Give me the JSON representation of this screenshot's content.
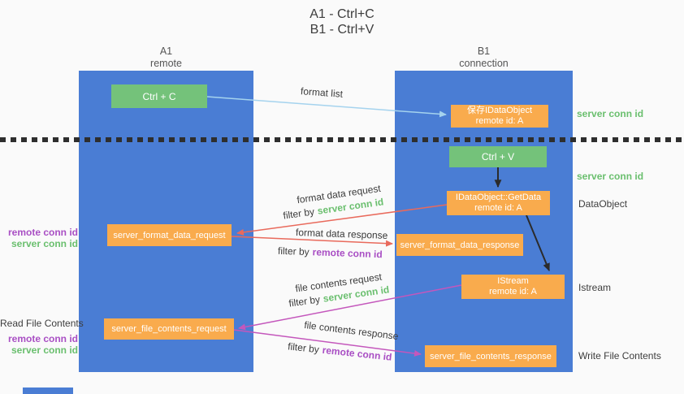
{
  "title": {
    "line1": "A1 - Ctrl+C",
    "line2": "B1 - Ctrl+V"
  },
  "lanes": {
    "left": {
      "name": "A1",
      "subtitle": "remote"
    },
    "right": {
      "name": "B1",
      "subtitle": "connection"
    }
  },
  "nodes": {
    "ctrl_c": {
      "label": "Ctrl + C"
    },
    "save_idataobject": {
      "line1": "保存IDataObject",
      "line2": "remote id: A"
    },
    "ctrl_v": {
      "label": "Ctrl + V"
    },
    "getdata": {
      "line1": "IDataObject::GetData",
      "line2": "remote id: A"
    },
    "format_request": {
      "label": "server_format_data_request"
    },
    "format_response": {
      "label": "server_format_data_response"
    },
    "istream": {
      "line1": "IStream",
      "line2": "remote id: A"
    },
    "file_request": {
      "label": "server_file_contents_request"
    },
    "file_response": {
      "label": "server_file_contents_response"
    }
  },
  "edge_labels": {
    "format_list": "format list",
    "format_data_request": "format data request",
    "format_data_response": "format data response",
    "file_contents_request": "file contents request",
    "file_contents_response": "file contents response"
  },
  "filters": {
    "format_request": {
      "prefix": "filter by",
      "key": "server conn id",
      "key_color": "#6abf6e"
    },
    "format_response": {
      "prefix": "filter by",
      "key": "remote conn id",
      "key_color": "#a94fc4"
    },
    "file_request": {
      "prefix": "filter by",
      "key": "server conn id",
      "key_color": "#6abf6e"
    },
    "file_response": {
      "prefix": "filter by",
      "key": "remote conn id",
      "key_color": "#a94fc4"
    }
  },
  "side_labels": {
    "server_conn_id_top": "server conn id",
    "server_conn_id_mid": "server conn id",
    "dataobject": "DataObject",
    "istream": "Istream",
    "write_file_contents": "Write File Contents",
    "read_file_contents": "Read File Contents",
    "left_remote_conn_id_1": "remote conn id",
    "left_server_conn_id_1": "server conn id",
    "left_remote_conn_id_2": "remote conn id",
    "left_server_conn_id_2": "server conn id"
  },
  "colors": {
    "lane_blue": "#4a7dd4",
    "node_green": "#74c27a",
    "node_orange": "#f9ab4d",
    "arrow_lightblue": "#a5d3ee",
    "arrow_red": "#e96a5c",
    "arrow_magenta": "#c457bc",
    "arrow_black": "#2b2b2b",
    "text_green": "#6abf6e",
    "text_purple": "#a94fc4"
  }
}
